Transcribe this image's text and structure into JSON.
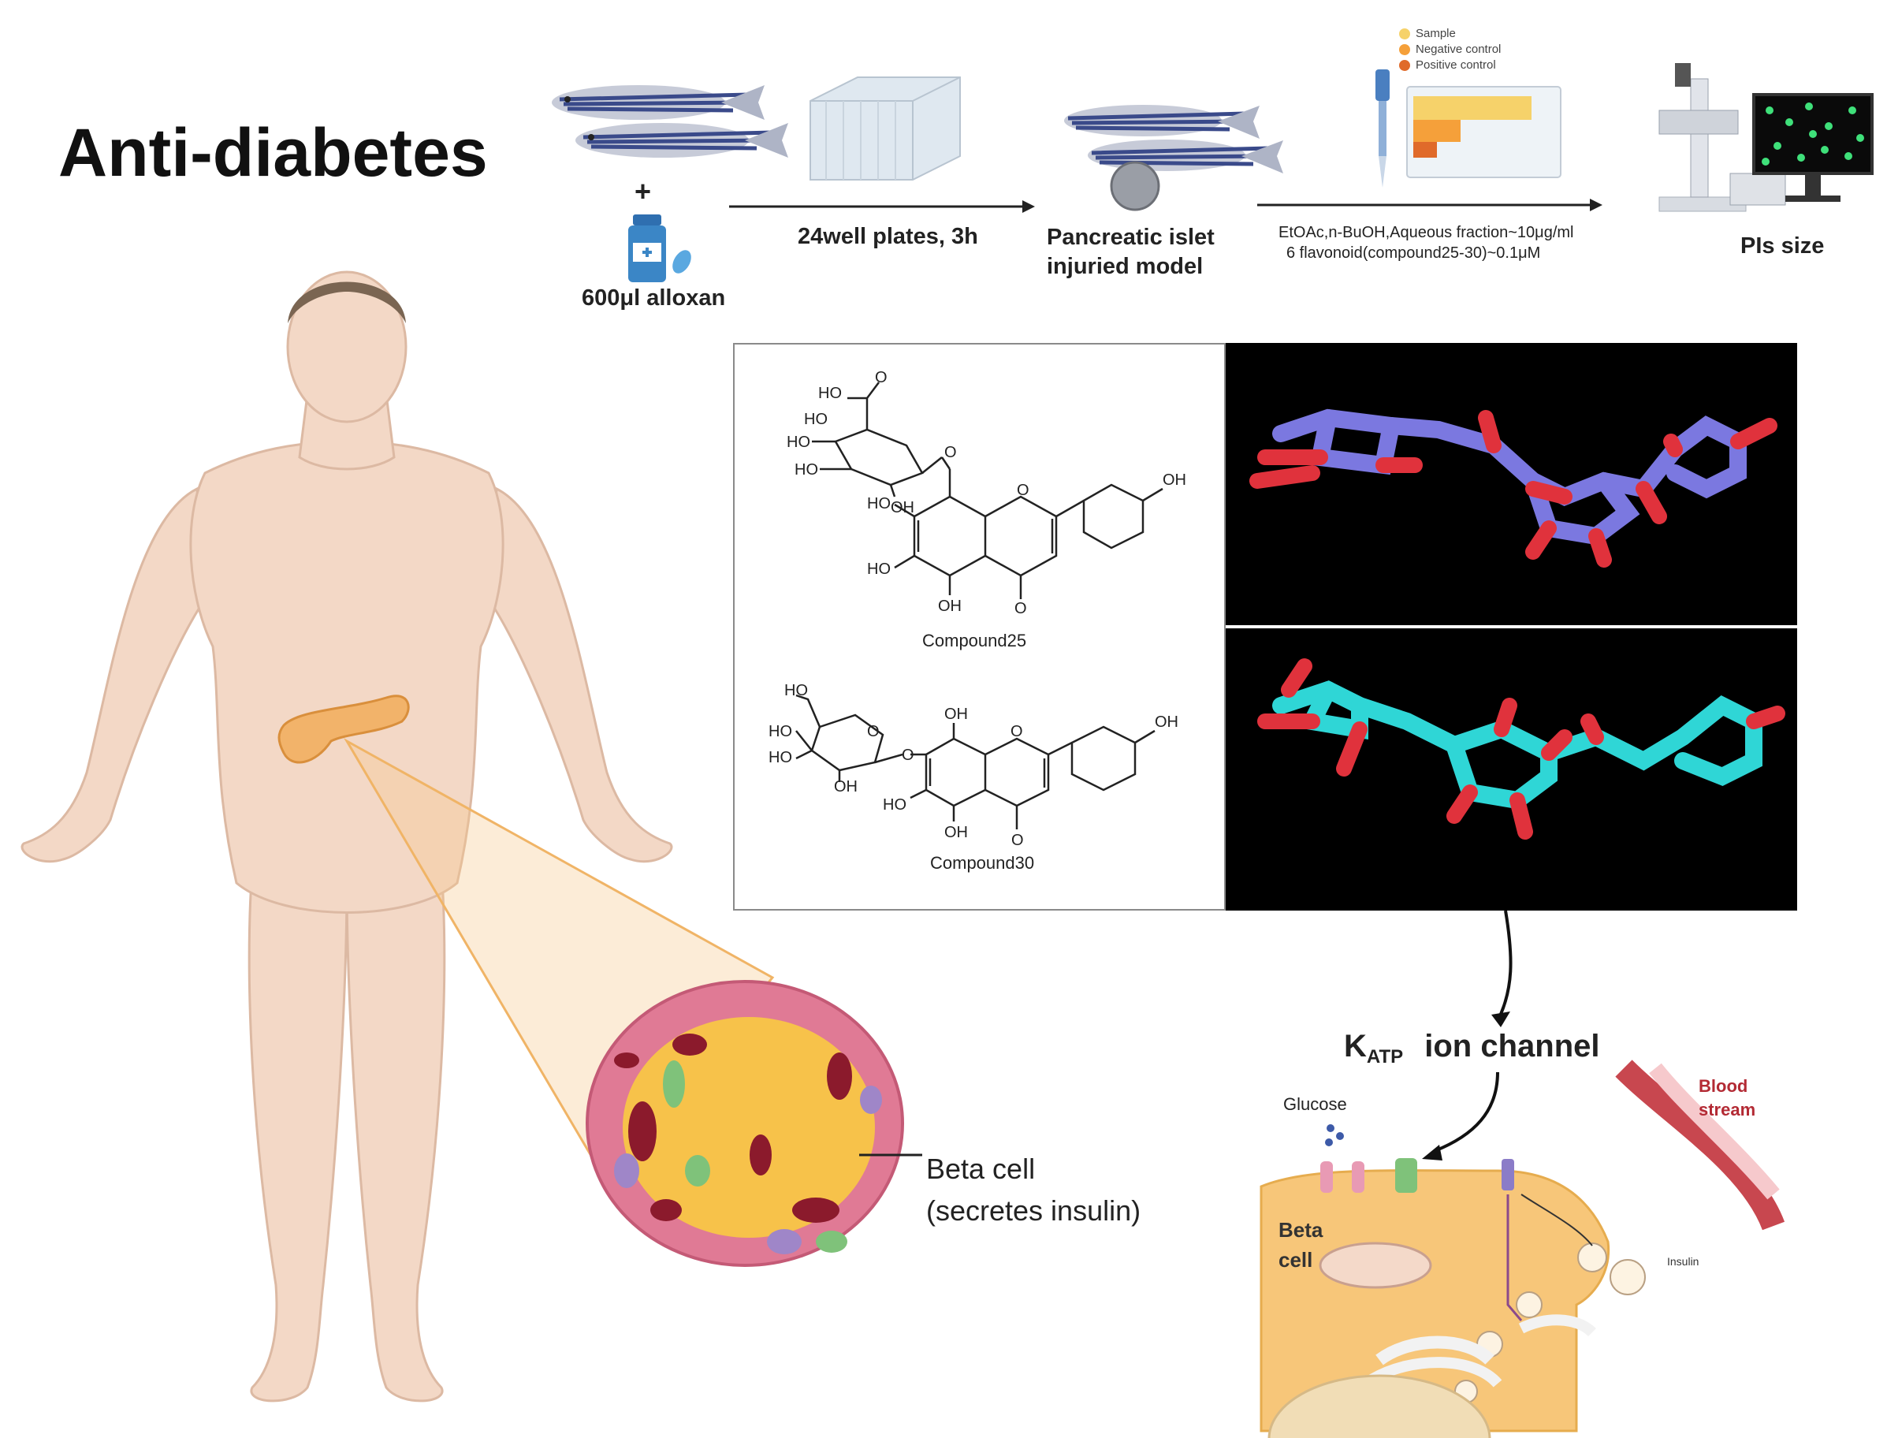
{
  "title": "Anti-diabetes",
  "workflow": {
    "plus": "+",
    "alloxan": "600μl alloxan",
    "plates": "24well plates, 3h",
    "model_line1": "Pancreatic islet",
    "model_line2": "injuried model",
    "treat_line1": "EtOAc,n-BuOH,Aqueous fraction~10μg/ml",
    "treat_line2": "6 flavonoid(compound25-30)~0.1μM",
    "legend": [
      "Sample",
      "Negative control",
      "Positive control"
    ],
    "result": "PIs size"
  },
  "compounds": {
    "c25": {
      "name": "Compound25",
      "labels": [
        "HO",
        "O",
        "HO",
        "HO",
        "HO",
        "OH",
        "O",
        "OH",
        "HO",
        "O",
        "HO",
        "OH",
        "O"
      ]
    },
    "c30": {
      "name": "Compound30",
      "labels": [
        "HO",
        "HO",
        "HO",
        "O",
        "O",
        "OH",
        "OH",
        "O",
        "OH",
        "HO",
        "OH",
        "O"
      ]
    }
  },
  "mechanism": {
    "katp_k": "K",
    "katp_sub": "ATP",
    "katp_rest": "ion channel",
    "glucose": "Glucose",
    "blood": [
      "Blood",
      "stream"
    ],
    "beta_cell": [
      "Beta",
      "cell"
    ],
    "insulin": "Insulin"
  },
  "beta_cell_label": [
    "Beta cell",
    "(secretes insulin)"
  ],
  "colors": {
    "skin": "#f3d8c6",
    "pancreas": "#f2b36a",
    "islet_yellow": "#f7c24a",
    "islet_pink": "#e07a95",
    "dark_red": "#8b1a2c",
    "molecule_purple": "#7b78e0",
    "molecule_cyan": "#2fd6d6",
    "oxygen_red": "#e0323c",
    "cell_orange": "#f7c679"
  }
}
